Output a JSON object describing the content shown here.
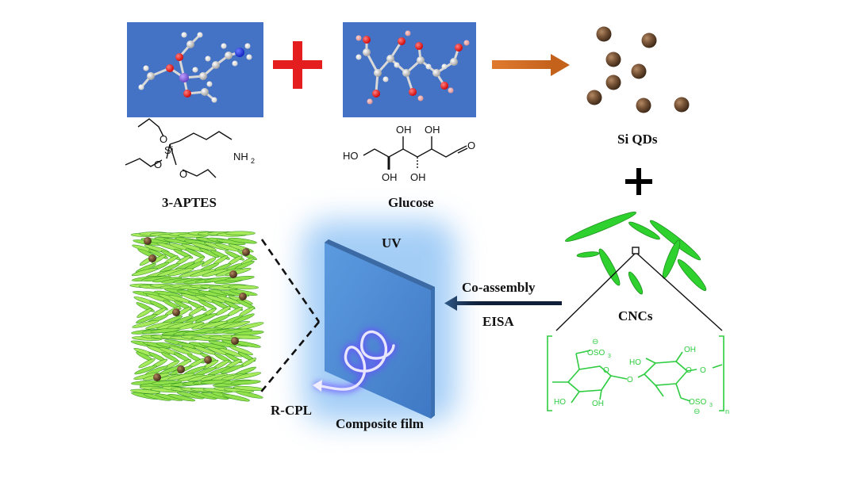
{
  "labels": {
    "aptes": "3-APTES",
    "glucose": "Glucose",
    "si_qds": "Si QDs",
    "cncs": "CNCs",
    "uv": "UV",
    "co_assembly": "Co-assembly",
    "eisa": "EISA",
    "rcpl": "R-CPL",
    "composite_film": "Composite film"
  },
  "structure_text": {
    "aptes_o": "O",
    "aptes_si": "Si",
    "aptes_nh2": "NH",
    "aptes_nh2_sub": "2",
    "glc_oh": "OH",
    "glc_ho": "HO",
    "glc_o": "O",
    "cnc_oso3": "OSO",
    "cnc_oso3_sub": "3",
    "cnc_minus": "⊖",
    "cnc_o": "O",
    "cnc_n": "n"
  },
  "colors": {
    "model_bg": "#4472c4",
    "plus_red": "#e41e1e",
    "arrow_orange": "#d2691e",
    "qd_brown": "#6b4a30",
    "cnc_green": "#22cc22",
    "structure_green": "#2ecc40",
    "film_blue": "#4a86cf",
    "glow_blue": "#5aa6f0",
    "helix_purple": "#7a5cff"
  }
}
